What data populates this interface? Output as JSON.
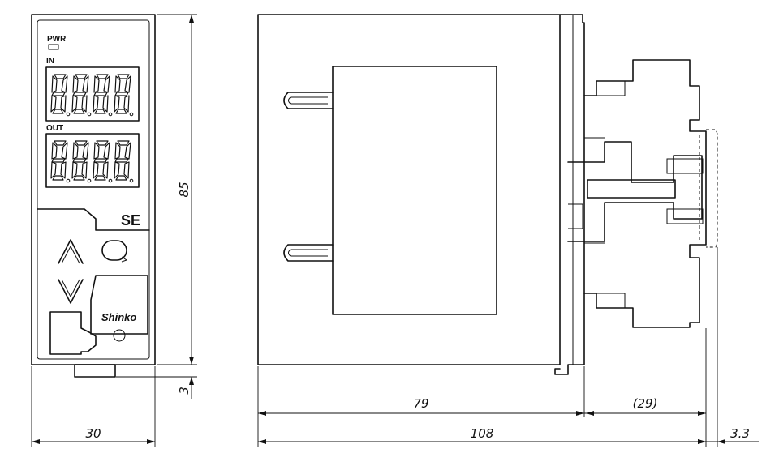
{
  "front_panel": {
    "pwr_label": "PWR",
    "in_label": "IN",
    "out_label": "OUT",
    "model_label": "SE",
    "brand_logo": "Shinko",
    "up_icon": "chevron-up-icon",
    "down_icon": "chevron-down-icon",
    "mode_icon": "cycle-icon"
  },
  "dimensions": {
    "front_width": "30",
    "front_height": "85",
    "terminal_offset": "3",
    "body_depth": "79",
    "rail_clip_depth": "(29)",
    "total_depth": "108",
    "rail_thickness": "3.3"
  }
}
